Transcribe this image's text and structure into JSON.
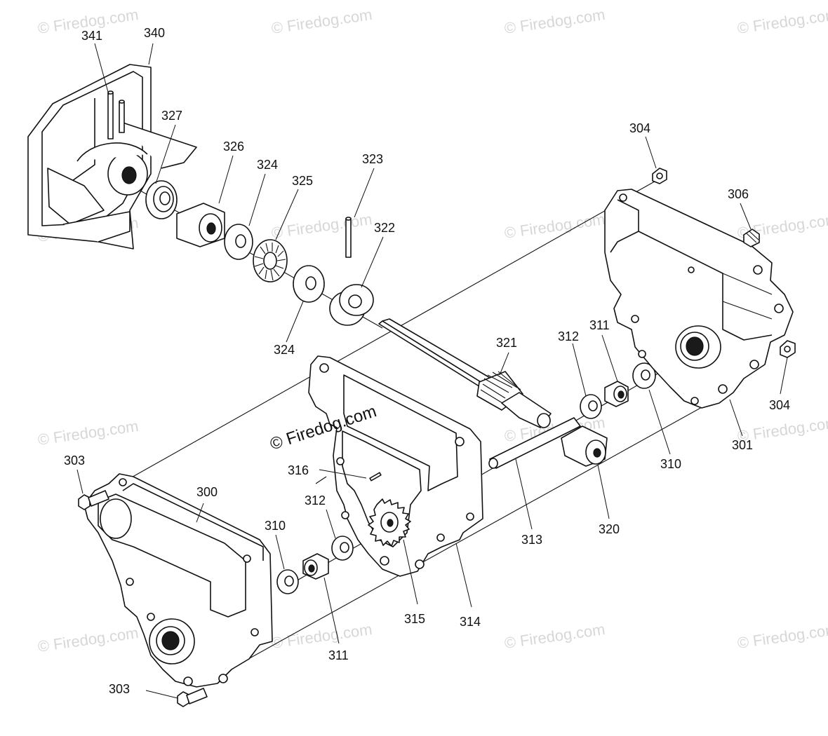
{
  "watermark_text": "© Firedog.com",
  "center_watermark_text": "© Firedog.com",
  "callouts": {
    "p341": "341",
    "p340": "340",
    "p327": "327",
    "p326": "326",
    "p324a": "324",
    "p325": "325",
    "p323": "323",
    "p322": "322",
    "p324b": "324",
    "p304a": "304",
    "p306": "306",
    "p304b": "304",
    "p301": "301",
    "p321": "321",
    "p312a": "312",
    "p311a": "311",
    "p310a": "310",
    "p320": "320",
    "p313": "313",
    "p316": "316",
    "p312b": "312",
    "p310b": "310",
    "p303a": "303",
    "p300": "300",
    "p315": "315",
    "p314": "314",
    "p311b": "311",
    "p303b": "303"
  }
}
